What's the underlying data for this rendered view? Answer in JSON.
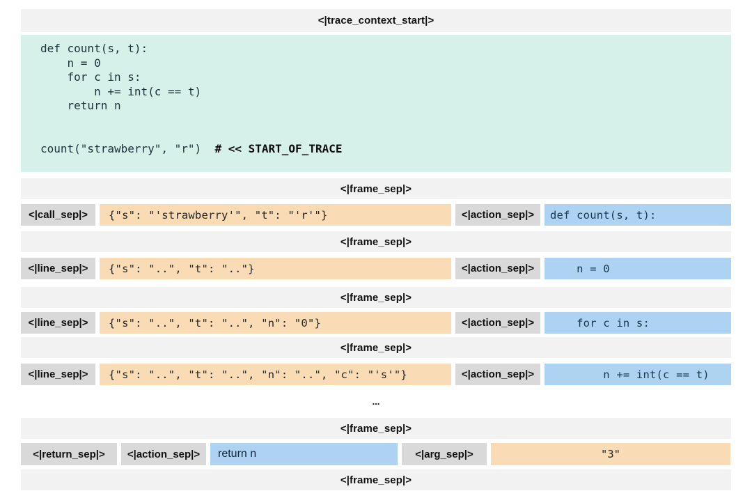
{
  "colors": {
    "bar_bg": "#f2f2f3",
    "code_bg": "#d5f1e9",
    "state_bg": "#f9dcb5",
    "action_bg": "#aed2f1",
    "token_bg": "#d9d9d9",
    "code_text": "#1c323a",
    "action_text": "#16374f",
    "state_text": "#262626",
    "token_text": "#111111"
  },
  "header": {
    "trace_context_start": "<|trace_context_start|>"
  },
  "code": {
    "body": "def count(s, t):\n    n = 0\n    for c in s:\n        n += int(c == t)\n    return n\n\n\n",
    "call": "count(\"strawberry\", \"r\")  ",
    "comment": "# << START_OF_TRACE"
  },
  "trace": {
    "frame_sep": "<|frame_sep|>",
    "ellipsis": "...",
    "rows": [
      {
        "tag": "<|call_sep|>",
        "state": "{\"s\": \"'strawberry'\", \"t\": \"'r'\"}",
        "action_sep": "<|action_sep|>",
        "action": "def count(s, t):"
      },
      {
        "tag": "<|line_sep|>",
        "state": "{\"s\": \"..\", \"t\": \"..\"}",
        "action_sep": "<|action_sep|>",
        "action": "    n = 0"
      },
      {
        "tag": "<|line_sep|>",
        "state": "{\"s\": \"..\", \"t\": \"..\", \"n\": \"0\"}",
        "action_sep": "<|action_sep|>",
        "action": "    for c in s:"
      },
      {
        "tag": "<|line_sep|>",
        "state": "{\"s\": \"..\", \"t\": \"..\", \"n\": \"..\", \"c\": \"'s'\"}",
        "action_sep": "<|action_sep|>",
        "action": "        n += int(c == t)"
      }
    ],
    "return_row": {
      "tag": "<|return_sep|>",
      "action_sep": "<|action_sep|>",
      "action": "return n",
      "arg_sep": "<|arg_sep|>",
      "value": "\"3\""
    }
  }
}
